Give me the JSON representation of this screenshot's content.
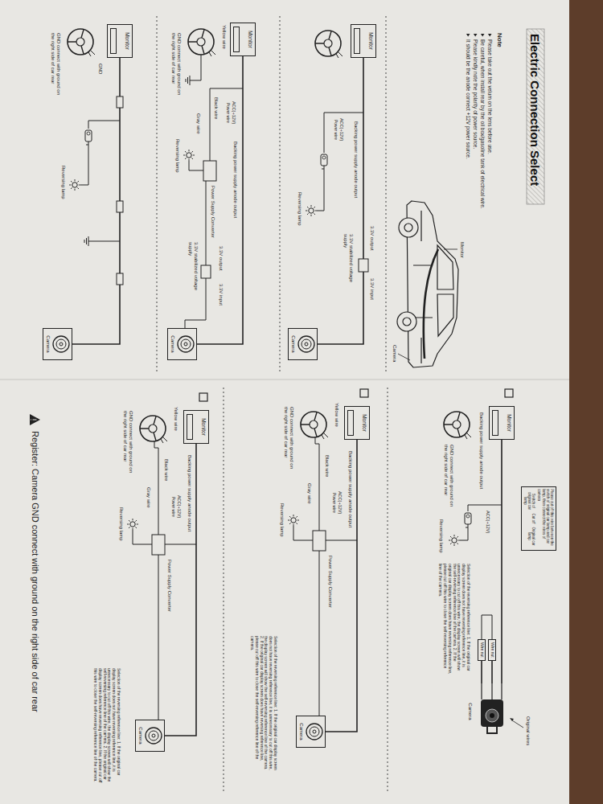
{
  "diagram": {
    "title": "Electric Connection Select",
    "nodes": [
      {
        "text": [
          "Monitor"
        ]
      },
      {
        "text": [
          "Camera"
        ]
      },
      {
        "text": [
          "Monitor"
        ]
      },
      {
        "text": [
          "Camera"
        ]
      },
      {
        "text": [
          "Monitor"
        ]
      },
      {
        "text": [
          "Camera"
        ]
      },
      {
        "text": [
          "Monitor"
        ]
      },
      {
        "text": [
          "Please cut off this wire between the switch of original car lamp and car lamp, then connect the wires of camera",
          "Switch of original car lamp",
          "Cut off",
          "Original car lamp"
        ]
      },
      {
        "text": [
          "Wire nut"
        ]
      },
      {
        "text": [
          "Wire nut"
        ]
      },
      {
        "text": [
          "Camera"
        ]
      },
      {
        "text": [
          "Monitor"
        ]
      },
      {
        "text": [
          "Camera"
        ]
      },
      {
        "text": [
          "Monitor"
        ]
      },
      {
        "text": [
          "Camera"
        ]
      }
    ],
    "edges": [
      {
        "from": 0,
        "to": 1,
        "arrow": "none"
      },
      {
        "from": 2,
        "to": 3,
        "arrow": "none"
      },
      {
        "from": 4,
        "to": 5,
        "arrow": "none"
      },
      {
        "from": 6,
        "to": 10,
        "arrow": "none"
      },
      {
        "from": 8,
        "to": 10,
        "arrow": "none"
      },
      {
        "from": 9,
        "to": 10,
        "arrow": "none"
      },
      {
        "from": 11,
        "to": 12,
        "arrow": "none"
      },
      {
        "from": 13,
        "to": 14,
        "arrow": "none"
      }
    ],
    "labels": [
      "Note",
      "Please take out the velum on the lens before use.",
      "Be careful, when install rear by the oil box/gasoline tank of electrical wire.",
      "Please kindly note the polarity of power source.",
      "It should be the anode connect +12V power source.",
      "Monitor",
      "Camera",
      "Backing power supply anode output",
      "ACC(+12V)",
      "Power wire",
      "Reversing lamp",
      "3.3V output",
      "3.3V input",
      "3.3V stabilized voltage supply",
      "Yellow wire",
      "ACC(+12V)",
      "Power wire",
      "Black wire",
      "GND connect with ground on the right side of car rear",
      "Gray wire",
      "Backing power supply anode output",
      "Power Supply Converter",
      "Reversing lamp",
      "3.3V output",
      "3.3V input",
      "3.3V stabilized voltage supply",
      "GND",
      "GND connect with ground on the right side of car rear",
      "Reversing lamp",
      "Backing power supply anode output",
      "GND connect with ground on the right side of car rear",
      "ACC(+12V)",
      "Reversing lamp",
      "Original wires",
      "Selection of the reversing reference line: 1. If the original car display screen does not have reversing reference line, it is unnecessary to cut off this wire, the display screen will show the self-reversing reference line of the camera. 2. If the original car display screen does have reversing reference line, please cut off this wire to close the self-reversing reference line of the camera.",
      "Yellow wire",
      "ACC(+12V)",
      "Power wire",
      "Black wire",
      "Backing power supply anode output",
      "GND connect with ground on the right side of car rear",
      "Gray wire",
      "Power Supply Converter",
      "Reversing lamp",
      "Selection of the reversing reference line: 1. If the original car display screen does not have reversing reference line, it is unnecessary to cut off this wire, the display screen will show the self-reversing reference line of the camera. 2. If the original car display screen does have reversing reference line, please cut off this wire to close the self-reversing reference line of the camera.",
      "Yellow wire",
      "ACC(+12V)",
      "Power wire",
      "Black wire",
      "Backing power supply anode output",
      "GND connect with ground on the right side of car rear",
      "Gray wire",
      "Power Supply Converter",
      "Reversing lamp",
      "Selection of the reversing reference line: 1. If the original car display screen does not have reversing reference line, it is unnecessary to cut off this wire, the display screen will show the self-reversing reference line of the camera. 2. If the original car display screen does have reversing reference line, please cut off this wire to close the self-reversing reference line of the camera.",
      "Register: Camera GND connect with ground on the right side of car rear"
    ]
  }
}
